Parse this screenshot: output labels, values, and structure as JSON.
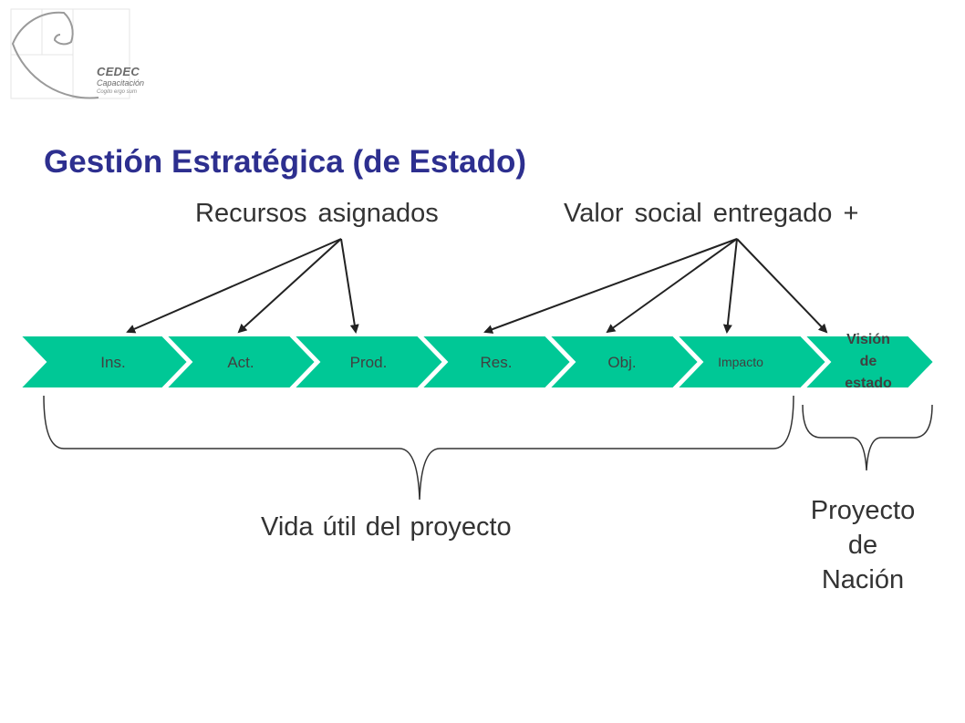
{
  "logo": {
    "name": "CEDEC",
    "subtitle": "Capacitación",
    "motto": "Cogito ergo sum"
  },
  "title": "Gestión Estratégica (de Estado)",
  "top_labels": {
    "resources": "Recursos asignados",
    "value": "Valor social entregado +"
  },
  "chain": [
    {
      "label": "Ins."
    },
    {
      "label": "Act."
    },
    {
      "label": "Prod."
    },
    {
      "label": "Res."
    },
    {
      "label": "Obj."
    },
    {
      "label": "Impacto"
    },
    {
      "label": "Visión de estado",
      "lines": [
        "Visión",
        "de",
        "estado"
      ]
    }
  ],
  "bottom_labels": {
    "project_life": "Vida útil del proyecto",
    "nation_project": "Proyecto de Nación",
    "nation_project_lines": [
      "Proyecto",
      "de",
      "Nación"
    ]
  },
  "colors": {
    "title": "#2d2f8f",
    "chevron": "#00c896",
    "arrow": "#222222"
  }
}
